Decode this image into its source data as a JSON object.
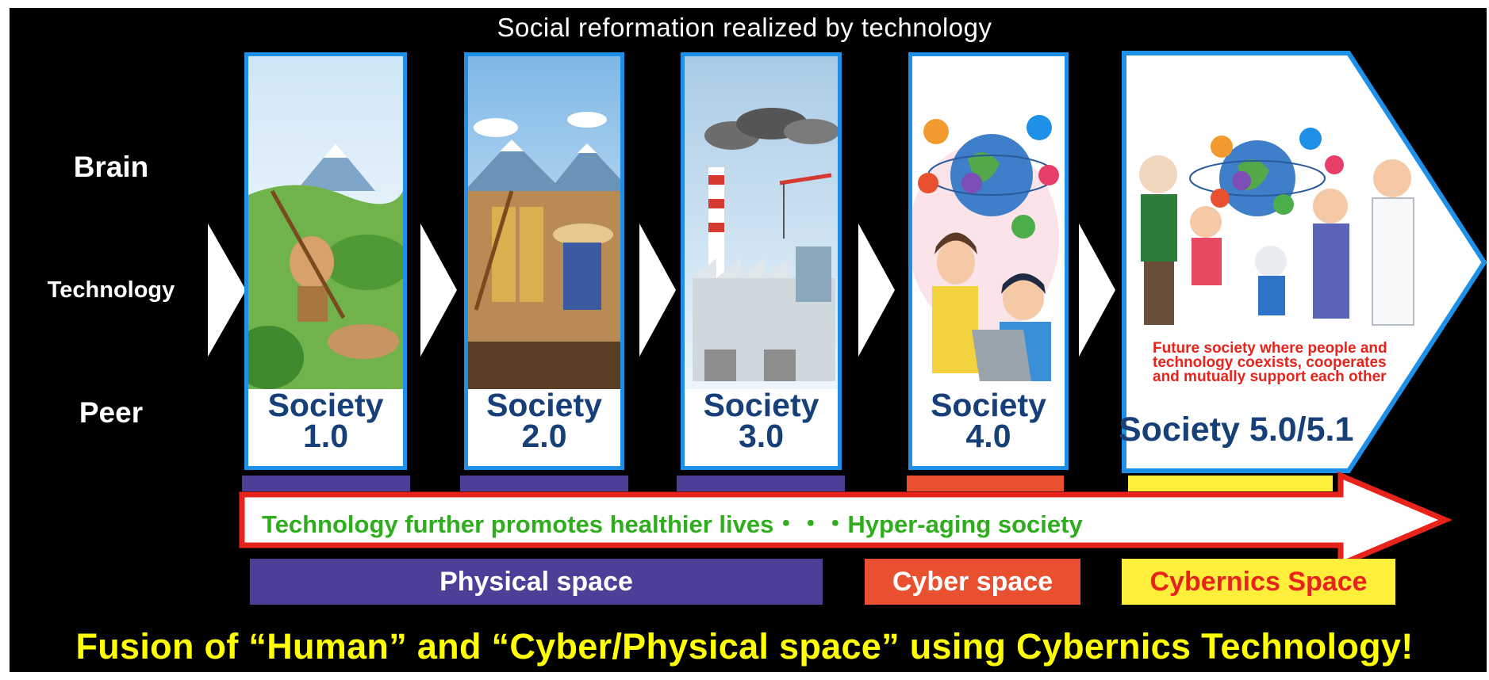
{
  "heading": "Social reformation realized by technology",
  "side_labels": {
    "brain": "Brain",
    "technology": "Technology",
    "peer": "Peer"
  },
  "societies": [
    {
      "line1": "Society",
      "line2": "1.0"
    },
    {
      "line1": "Society",
      "line2": "2.0"
    },
    {
      "line1": "Society",
      "line2": "3.0"
    },
    {
      "line1": "Society",
      "line2": "4.0"
    }
  ],
  "future": {
    "description": "Future society where people and technology coexists, cooperates and mutually support each other",
    "title": "Society 5.0/5.1"
  },
  "band_text": "Technology further promotes healthier lives・・・Hyper-aging society",
  "spaces": {
    "physical": "Physical space",
    "cyber": "Cyber space",
    "cybernics": "Cybernics Space"
  },
  "tagline": "Fusion of “Human” and “Cyber/Physical space” using Cybernics Technology!",
  "colors": {
    "card_border": "#1e90e8",
    "society_title": "#173f78",
    "physical_space": "#4b3f97",
    "cyber_space": "#e8502f",
    "cybernics_space": "#ffef3a",
    "band_border": "#e8231b",
    "band_text": "#2fae1d",
    "tagline": "#ffff00"
  }
}
